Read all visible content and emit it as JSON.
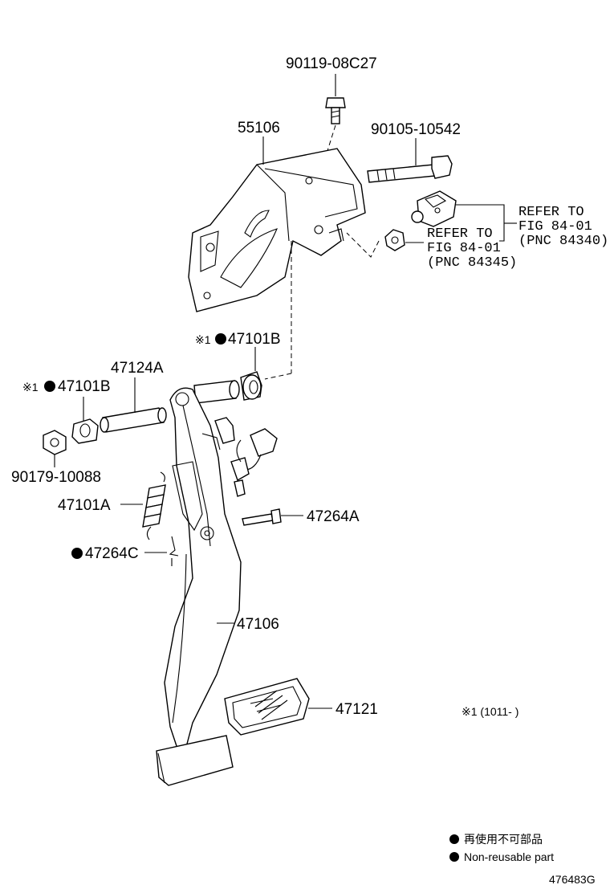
{
  "labels": {
    "p90119": "90119-08C27",
    "p55106": "55106",
    "p90105": "90105-10542",
    "refer1_line1": "REFER TO",
    "refer1_line2": "FIG 84-01",
    "refer1_line3": "(PNC 84340)",
    "refer2_line1": "REFER TO",
    "refer2_line2": "FIG 84-01",
    "refer2_line3": "(PNC 84345)",
    "p47101B_upper": "47101B",
    "p47124A": "47124A",
    "p47101B_left": "47101B",
    "p90179": "90179-10088",
    "p47101A": "47101A",
    "p47264A": "47264A",
    "p47264C": "47264C",
    "p47106": "47106",
    "p47121": "47121",
    "note_mark1": "※1",
    "note_mark2": "※1",
    "note_range": "※1 (1011-      )"
  },
  "legend": {
    "item1": "再使用不可部品",
    "item2": "Non-reusable part"
  },
  "figure_id": "476483G"
}
